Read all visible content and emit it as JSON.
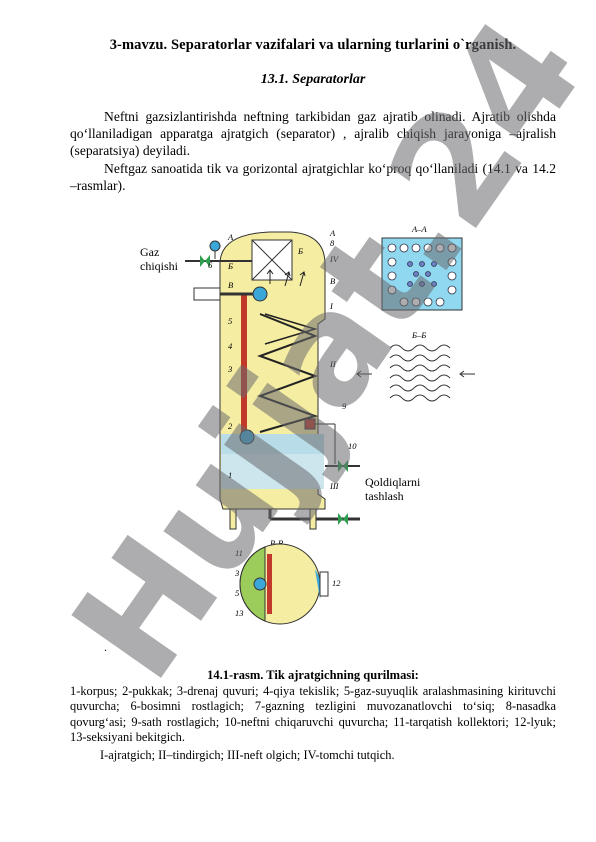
{
  "document": {
    "heading": "3-mavzu. Separatorlar vazifalari va ularning turlarini o`rganish.",
    "subheading": "13.1. Separatorlar",
    "paragraphs": [
      "Neftni gazsizlantirishda neftning tarkibidan gaz ajratib olinadi. Ajratib olishda qo‘llaniladigan apparatga ajratgich (separator) , ajralib chiqish jarayoniga –ajralish (separatsiya) deyiladi.",
      "Neftgaz sanoatida tik va gorizontal ajratgichlar ko‘proq qo‘llaniladi (14.1 va 14.2 –rasmlar)."
    ],
    "figure": {
      "gas_outlet_label_line1": "Gaz",
      "gas_outlet_label_line2": "chiqishi",
      "residue_label_line1": "Qoldiqlarni",
      "residue_label_line2": "tashlash",
      "section_aa": "A–A",
      "section_bb": "Б–Б",
      "section_vv": "В-В",
      "mark_a_top": "A",
      "mark_a_side": "A",
      "mark_v_left": "В",
      "mark_v_right": "В",
      "mark_b_left": "Б",
      "mark_b_right": "Б",
      "num_1": "1",
      "num_2": "2",
      "num_3": "3",
      "num_4": "4",
      "num_5": "5",
      "num_5b": "5",
      "num_6": "6",
      "num_8": "8",
      "num_9": "9",
      "num_10": "10",
      "num_11": "11",
      "num_12": "12",
      "num_13": "13",
      "num_3b": "3",
      "roman_I": "I",
      "roman_II": "II",
      "roman_III": "III",
      "roman_IV": "IV"
    },
    "caption_title": "14.1-rasm. Tik ajratgichning qurilmasi:",
    "caption_body": "1-korpus; 2-pukkak; 3-drenaj quvuri; 4-qiya tekislik; 5-gaz-suyuqlik aralashmasining kirituvchi quvurcha; 6-bosimni rostlagich; 7-gazning tezligini muvozanatlovchi to‘siq; 8-nasadka qovurg‘asi; 9-sath rostlagich; 10-neftni chiqaruvchi quvurcha; 11-tarqatish kollektori; 12-lyuk; 13-seksiyani bekitgich.",
    "caption_sub": "I-ajratgich; II–tindirgich; III-neft olgich; IV-tomchi tutqich.",
    "stray_mark": ".",
    "watermark": "Hujjat.24"
  },
  "colors": {
    "vessel_fill": "#f5eda2",
    "liquid_fill": "#b9dde8",
    "grid_fill": "#8fd8f0",
    "pipe_red": "#c0392b",
    "accent_blue": "#3ba6d8",
    "valve_green": "#2e9e4f"
  }
}
